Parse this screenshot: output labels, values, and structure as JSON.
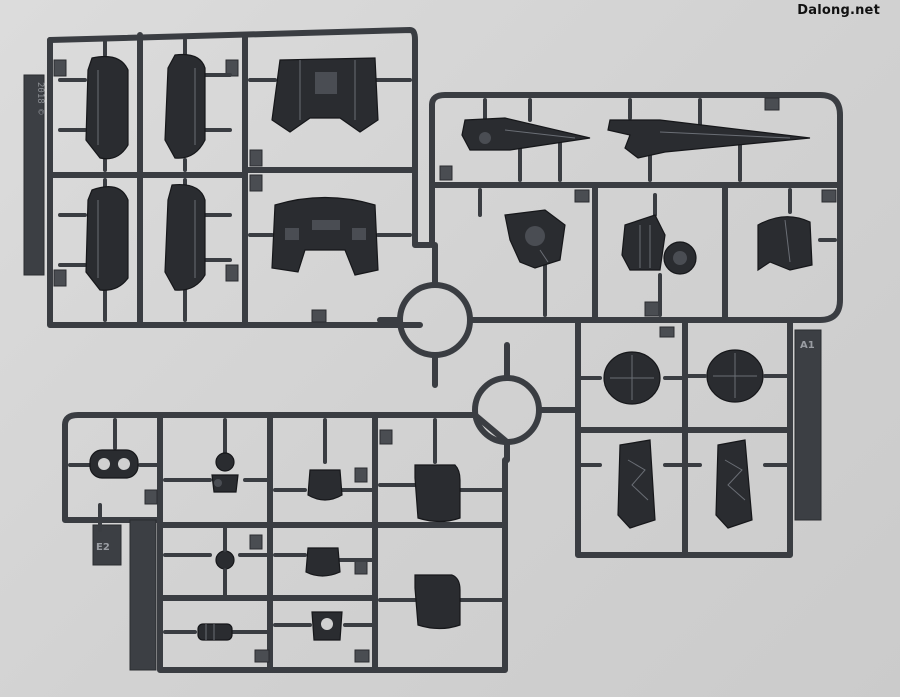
{
  "watermark": "Dalong.net",
  "sprues": [
    {
      "name": "upper-left",
      "tag": "",
      "mold_text": "2018 ©"
    },
    {
      "name": "right",
      "tag": "A1"
    },
    {
      "name": "bottom",
      "tag": "E2"
    }
  ],
  "colors": {
    "background": "#d4d4d4",
    "plastic": "#2a2c30",
    "runner": "#3a3d42"
  }
}
